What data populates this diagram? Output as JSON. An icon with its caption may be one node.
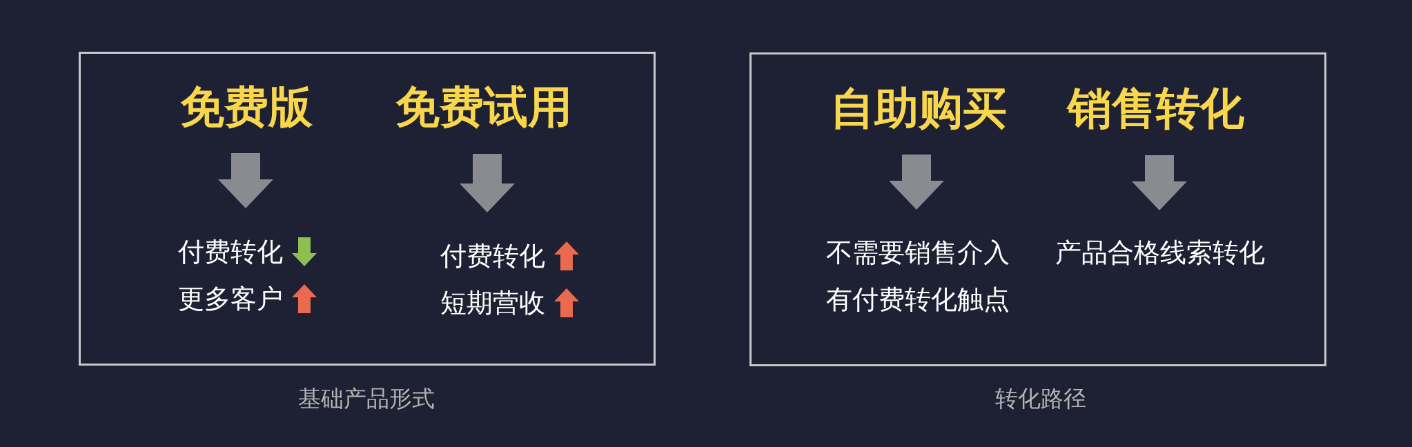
{
  "diagram": {
    "nodes": [
      {
        "text": [],
        "shape": "box",
        "beside": [
          "基础产品形式"
        ]
      },
      {
        "text": [
          "免费版"
        ],
        "in": 0
      },
      {
        "text": [
          "免费试用"
        ],
        "in": 0
      },
      {
        "text": [
          "付费转化",
          "更多客户"
        ],
        "in": 0
      },
      {
        "text": [
          "付费转化",
          "短期营收"
        ],
        "in": 0
      },
      {
        "text": [],
        "shape": "box",
        "beside": [
          "转化路径"
        ]
      },
      {
        "text": [
          "自助购买"
        ],
        "in": 5
      },
      {
        "text": [
          "销售转化"
        ],
        "in": 5
      },
      {
        "text": [
          "不需要销售介入",
          "有付费转化触点"
        ],
        "in": 5
      },
      {
        "text": [
          "产品合格线索转化"
        ],
        "in": 5
      }
    ],
    "edges": [
      {
        "from": 1,
        "to": 3,
        "arrow": "to"
      },
      {
        "from": 2,
        "to": 4,
        "arrow": "to"
      },
      {
        "from": 6,
        "to": 8,
        "arrow": "to"
      },
      {
        "from": 7,
        "to": 9,
        "arrow": "to"
      }
    ]
  }
}
